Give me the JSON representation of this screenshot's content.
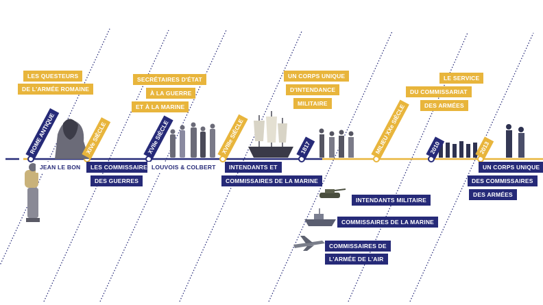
{
  "colors": {
    "navy": "#262a78",
    "gold": "#e8b53c"
  },
  "eras": {
    "rome": "ROME ANTIQUE",
    "c14": "XIVe SIÈCLE",
    "c17": "XVIIe SIÈCLE",
    "c18": "XVIIIe SIÈCLE",
    "y1817": "1817",
    "mid20": "MILIEU XXe SIÈCLE",
    "y2010": "2010",
    "y2013": "2013"
  },
  "labels": {
    "questeurs": [
      "LES QUESTEURS",
      "DE L'ARMÉE ROMAINE"
    ],
    "secretaires": [
      "SECRÉTAIRES D'ÉTAT",
      "À LA GUERRE",
      "ET À LA MARINE"
    ],
    "corps_unique_intendance": [
      "UN CORPS UNIQUE",
      "D'INTENDANCE",
      "MILITAIRE"
    ],
    "service": [
      "LE SERVICE",
      "DU COMMISSARIAT",
      "DES ARMÉES"
    ],
    "jean_le_bon": "JEAN LE BON",
    "commissaires_guerres": [
      "LES COMMISSAIRES",
      "DES GUERRES"
    ],
    "louvois": "LOUVOIS & COLBERT",
    "intendants": [
      "INTENDANTS ET",
      "COMMISSAIRES DE LA MARINE"
    ],
    "intendants_militaire": "INTENDANTS MILITAIRE",
    "commissaires_marine": "COMMISSAIRES DE LA MARINE",
    "commissaires_air": [
      "COMMISSAIRES DE",
      "L'ARMÉE DE L'AIR"
    ],
    "corps_unique_armees": [
      "UN CORPS UNIQUE",
      "DES COMMISSAIRES",
      "DES ARMÉES"
    ]
  },
  "icons": [
    "statue-figure",
    "portrait-figure",
    "soldiers-group",
    "sailing-ship",
    "tank",
    "patrol-boat",
    "fighter-jet",
    "uniformed-crowd"
  ]
}
